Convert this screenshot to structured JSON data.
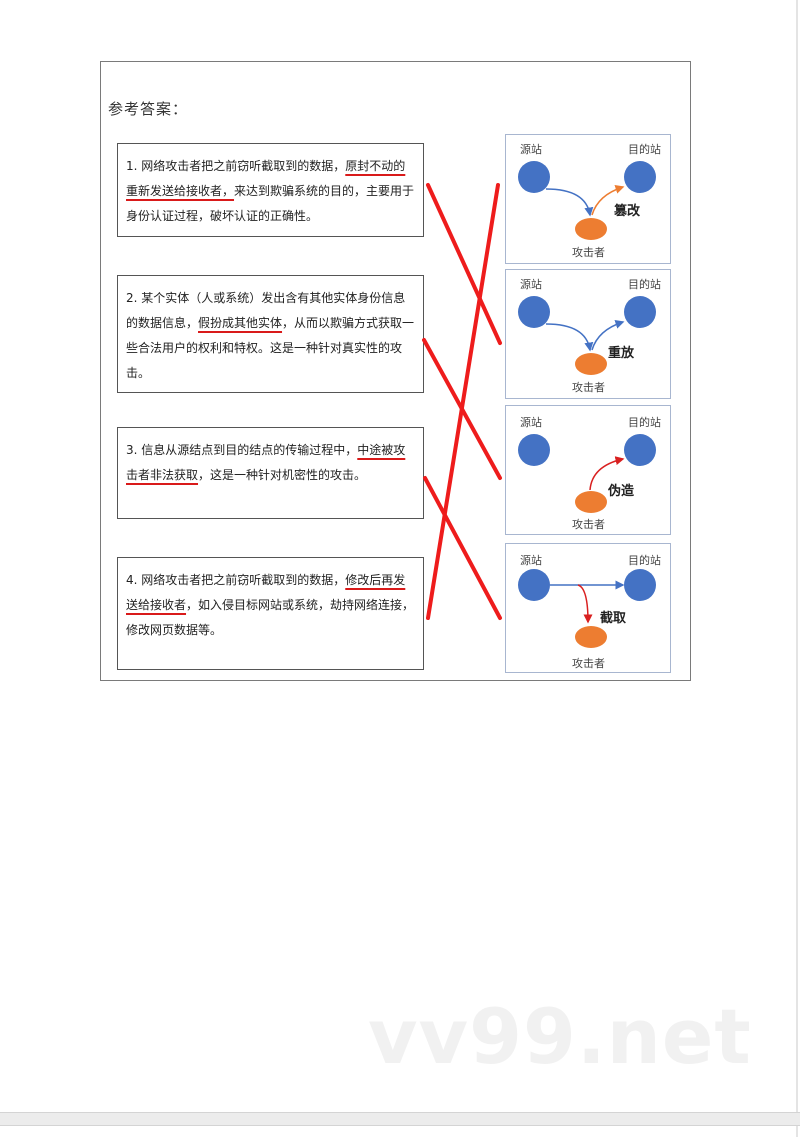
{
  "heading": "参考答案：",
  "questions": [
    {
      "number": "1.",
      "pre": " 网络攻击者把之前窃听截取到的数据，",
      "underline": "原封不动的重新发送给接收者，",
      "post": "来达到欺骗系统的目的，主要用于身份认证过程，破坏认证的正确性。"
    },
    {
      "number": "2.",
      "pre": " 某个实体（人或系统）发出含有其他实体身份信息的数据信息，",
      "underline": "假扮成其他实体",
      "post": "，从而以欺骗方式获取一些合法用户的权利和特权。这是一种针对真实性的攻击。"
    },
    {
      "number": "3.",
      "pre": " 信息从源结点到目的结点的传输过程中，",
      "underline": "中途被攻击者非法获取",
      "post": "，这是一种针对机密性的攻击。"
    },
    {
      "number": "4.",
      "pre": " 网络攻击者把之前窃听截取到的数据，",
      "underline": "修改后再发送给接收者",
      "post": "，如入侵目标网站或系统，劫持网络连接，修改网页数据等。"
    }
  ],
  "diagrams": [
    {
      "source": "源站",
      "dest": "目的站",
      "attacker": "攻击者",
      "action": "篡改"
    },
    {
      "source": "源站",
      "dest": "目的站",
      "attacker": "攻击者",
      "action": "重放"
    },
    {
      "source": "源站",
      "dest": "目的站",
      "attacker": "攻击者",
      "action": "伪造"
    },
    {
      "source": "源站",
      "dest": "目的站",
      "attacker": "攻击者",
      "action": "截取"
    }
  ],
  "matches": [
    {
      "question": 1,
      "diagram": "重放"
    },
    {
      "question": 2,
      "diagram": "伪造"
    },
    {
      "question": 3,
      "diagram": "截取"
    },
    {
      "question": 4,
      "diagram": "篡改"
    }
  ],
  "colors": {
    "node_blue": "#4472c4",
    "attacker_orange": "#ed7d31",
    "match_line_red": "#ee1c1c",
    "underline_red": "#d91a1a"
  },
  "watermark": "vv99.net"
}
